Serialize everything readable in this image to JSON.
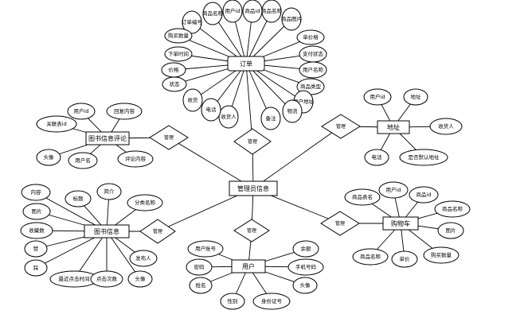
{
  "center": {
    "label": "管理员信息"
  },
  "entities": {
    "order": "订单",
    "address": "地址",
    "cart": "购物车",
    "user": "用户",
    "book_info": "图书信息",
    "book_comment": "图书信息评论"
  },
  "relationships": {
    "order": "管理",
    "address": "管理",
    "cart": "管理",
    "user": "管理",
    "book_info": "管理",
    "book_comment": "管理"
  },
  "attributes": {
    "order": [
      "订单编号",
      "商品名称",
      "用户id",
      "商品id",
      "商品名称",
      "商品图片",
      "单价格",
      "支付状态",
      "用户名称",
      "商品类型",
      "用户地址",
      "物流",
      "备注",
      "收货人",
      "电话",
      "收货",
      "状态",
      "价格",
      "下单时间",
      "购买数量"
    ],
    "address": [
      "用户id",
      "地址",
      "收货人",
      "电话",
      "是否默认地址"
    ],
    "cart": [
      "商品表名",
      "用户id",
      "商品id",
      "商品名称",
      "图片",
      "购买数量",
      "单价",
      "商品名称"
    ],
    "user": [
      "用户账号",
      "密码",
      "姓名",
      "性别",
      "身份证号",
      "头像",
      "手机号码",
      "余额"
    ],
    "book_info": [
      "内容",
      "图片",
      "收藏数",
      "赞",
      "踩",
      "最近点击时间",
      "点击次数",
      "头像",
      "发布人",
      "分类名称",
      "简介",
      "标题"
    ],
    "book_comment": [
      "关联表id",
      "用户id",
      "回复内容",
      "评论内容",
      "用户名",
      "头像"
    ]
  }
}
